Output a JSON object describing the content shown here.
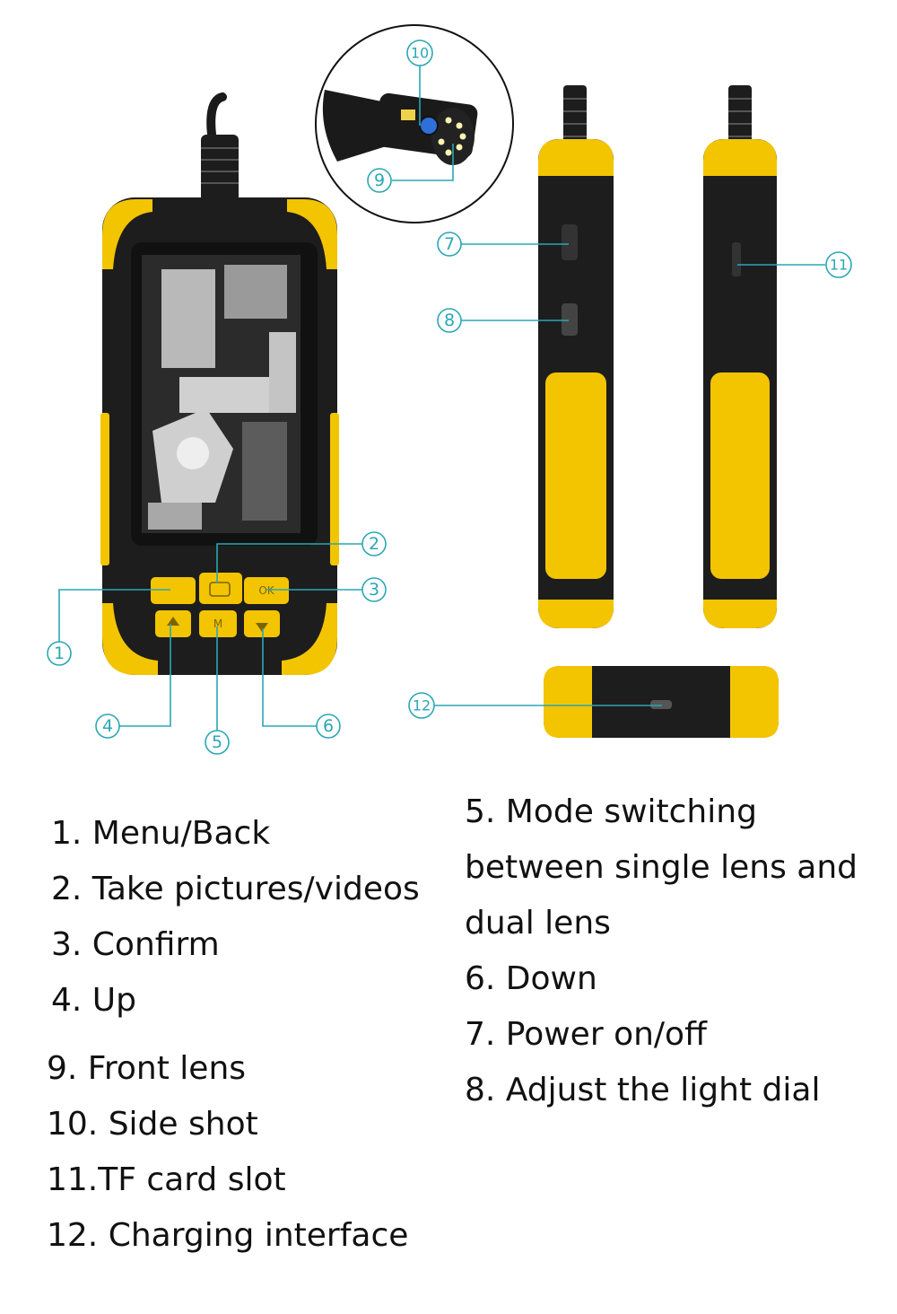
{
  "device": {
    "colors": {
      "body": "#f3c400",
      "rubber": "#1d1d1d",
      "screen": "#2a2a2a",
      "callout": "#2aa7b5"
    },
    "button_labels": {
      "confirm": "OK",
      "mode": "M"
    }
  },
  "callouts": [
    {
      "id": "1",
      "label": "1"
    },
    {
      "id": "2",
      "label": "2"
    },
    {
      "id": "3",
      "label": "3"
    },
    {
      "id": "4",
      "label": "4"
    },
    {
      "id": "5",
      "label": "5"
    },
    {
      "id": "6",
      "label": "6"
    },
    {
      "id": "7",
      "label": "7"
    },
    {
      "id": "8",
      "label": "8"
    },
    {
      "id": "9",
      "label": "9"
    },
    {
      "id": "10",
      "label": "10"
    },
    {
      "id": "11",
      "label": "11"
    },
    {
      "id": "12",
      "label": "12"
    }
  ],
  "legend": {
    "left_top": [
      "1. Menu/Back",
      "2. Take pictures/videos",
      "3. Confirm",
      "4. Up"
    ],
    "left_bottom": [
      "9. Front lens",
      "10. Side shot",
      "11.TF card slot",
      "12. Charging interface"
    ],
    "right": [
      "5. Mode switching",
      "between single lens and",
      "dual lens",
      "6. Down",
      "7. Power on/off",
      "8. Adjust the light dial"
    ]
  }
}
